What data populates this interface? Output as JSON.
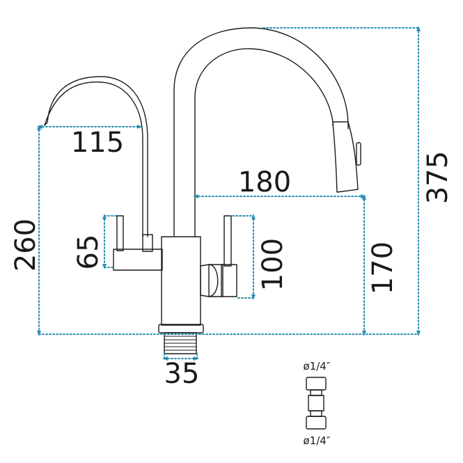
{
  "dimensions": {
    "filter_spout_reach": "115",
    "main_spout_reach": "180",
    "total_height": "375",
    "filter_spout_height": "260",
    "main_spout_height": "170",
    "filter_handle_height": "65",
    "main_handle_height": "100",
    "thread_width": "35"
  },
  "connector": {
    "top_label": "ø1/4″",
    "bottom_label": "ø1/4″"
  },
  "colors": {
    "dimension_line": "#2a8fb5",
    "outline": "#1a1a1a",
    "background": "#ffffff"
  }
}
